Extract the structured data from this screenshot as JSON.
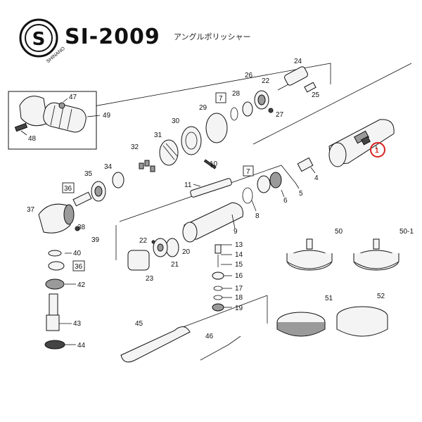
{
  "header": {
    "logo_letter": "S",
    "logo_ring_text": "SHINANO",
    "model": "SI-2009",
    "product_name": "アングルポリッシャー"
  },
  "highlight_color": "#d9211e",
  "part_labels": [
    {
      "id": "p1",
      "text": "1",
      "highlight": true
    },
    {
      "id": "p4",
      "text": "4"
    },
    {
      "id": "p5",
      "text": "5"
    },
    {
      "id": "p6",
      "text": "6"
    },
    {
      "id": "p7a",
      "text": "7",
      "boxed": true
    },
    {
      "id": "p7b",
      "text": "7",
      "boxed": true
    },
    {
      "id": "p8",
      "text": "8"
    },
    {
      "id": "p9",
      "text": "9"
    },
    {
      "id": "p10",
      "text": "10"
    },
    {
      "id": "p11",
      "text": "11"
    },
    {
      "id": "p13",
      "text": "13"
    },
    {
      "id": "p14",
      "text": "14"
    },
    {
      "id": "p15",
      "text": "15"
    },
    {
      "id": "p16",
      "text": "16"
    },
    {
      "id": "p17",
      "text": "17"
    },
    {
      "id": "p18",
      "text": "18"
    },
    {
      "id": "p19",
      "text": "19"
    },
    {
      "id": "p20",
      "text": "20"
    },
    {
      "id": "p21",
      "text": "21"
    },
    {
      "id": "p22a",
      "text": "22"
    },
    {
      "id": "p22b",
      "text": "22"
    },
    {
      "id": "p23",
      "text": "23"
    },
    {
      "id": "p24",
      "text": "24"
    },
    {
      "id": "p25",
      "text": "25"
    },
    {
      "id": "p26",
      "text": "26"
    },
    {
      "id": "p27",
      "text": "27"
    },
    {
      "id": "p28",
      "text": "28"
    },
    {
      "id": "p29",
      "text": "29"
    },
    {
      "id": "p30",
      "text": "30"
    },
    {
      "id": "p31",
      "text": "31"
    },
    {
      "id": "p32",
      "text": "32"
    },
    {
      "id": "p34",
      "text": "34"
    },
    {
      "id": "p35",
      "text": "35"
    },
    {
      "id": "p36a",
      "text": "36",
      "boxed": true
    },
    {
      "id": "p36b",
      "text": "36",
      "boxed": true
    },
    {
      "id": "p37",
      "text": "37"
    },
    {
      "id": "p38",
      "text": "38"
    },
    {
      "id": "p39",
      "text": "39"
    },
    {
      "id": "p40",
      "text": "40"
    },
    {
      "id": "p42",
      "text": "42"
    },
    {
      "id": "p43",
      "text": "43"
    },
    {
      "id": "p44",
      "text": "44"
    },
    {
      "id": "p45",
      "text": "45"
    },
    {
      "id": "p46",
      "text": "46"
    },
    {
      "id": "p47",
      "text": "47"
    },
    {
      "id": "p48",
      "text": "48"
    },
    {
      "id": "p49",
      "text": "49"
    },
    {
      "id": "p50",
      "text": "50"
    },
    {
      "id": "p50_1",
      "text": "50-1"
    },
    {
      "id": "p51",
      "text": "51"
    },
    {
      "id": "p52",
      "text": "52"
    }
  ]
}
